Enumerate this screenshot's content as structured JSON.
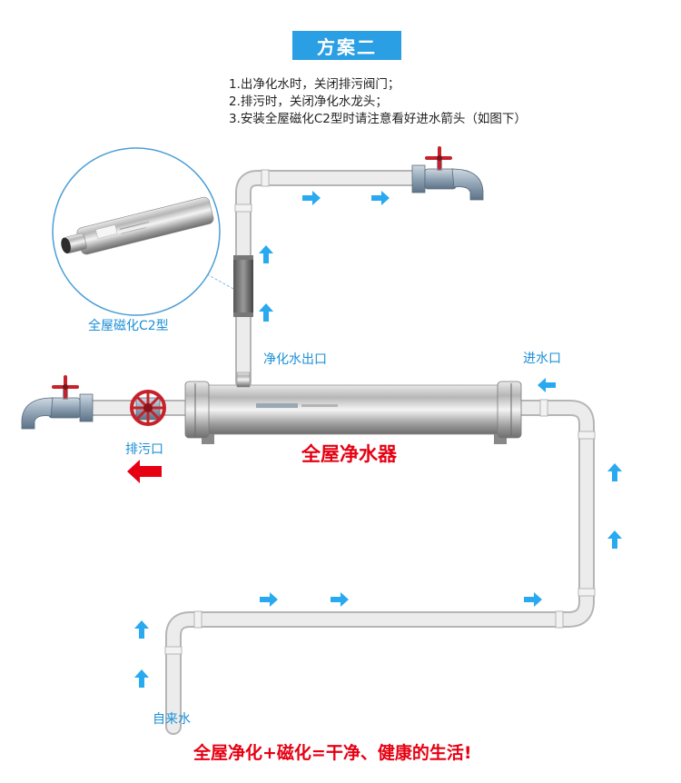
{
  "title": "方案二",
  "notes": [
    "1.出净化水时，关闭排污阀门；",
    "2.排污时，关闭净化水龙头；",
    "3.安装全屋磁化C2型时请注意看好进水箭头（如图下）"
  ],
  "labels": {
    "magnetizer": "全屋磁化C2型",
    "purified_outlet": "净化水出口",
    "water_inlet": "进水口",
    "drain_outlet": "排污口",
    "purifier": "全屋净水器",
    "tap_water": "自来水"
  },
  "slogan": "全屋净化+磁化=干净、健康的生活!",
  "colors": {
    "accent_blue": "#2a9fe3",
    "arrow_blue": "#29a9ef",
    "label_blue": "#1a8fd6",
    "red": "#e60012",
    "pipe": "#e6e6e6"
  }
}
